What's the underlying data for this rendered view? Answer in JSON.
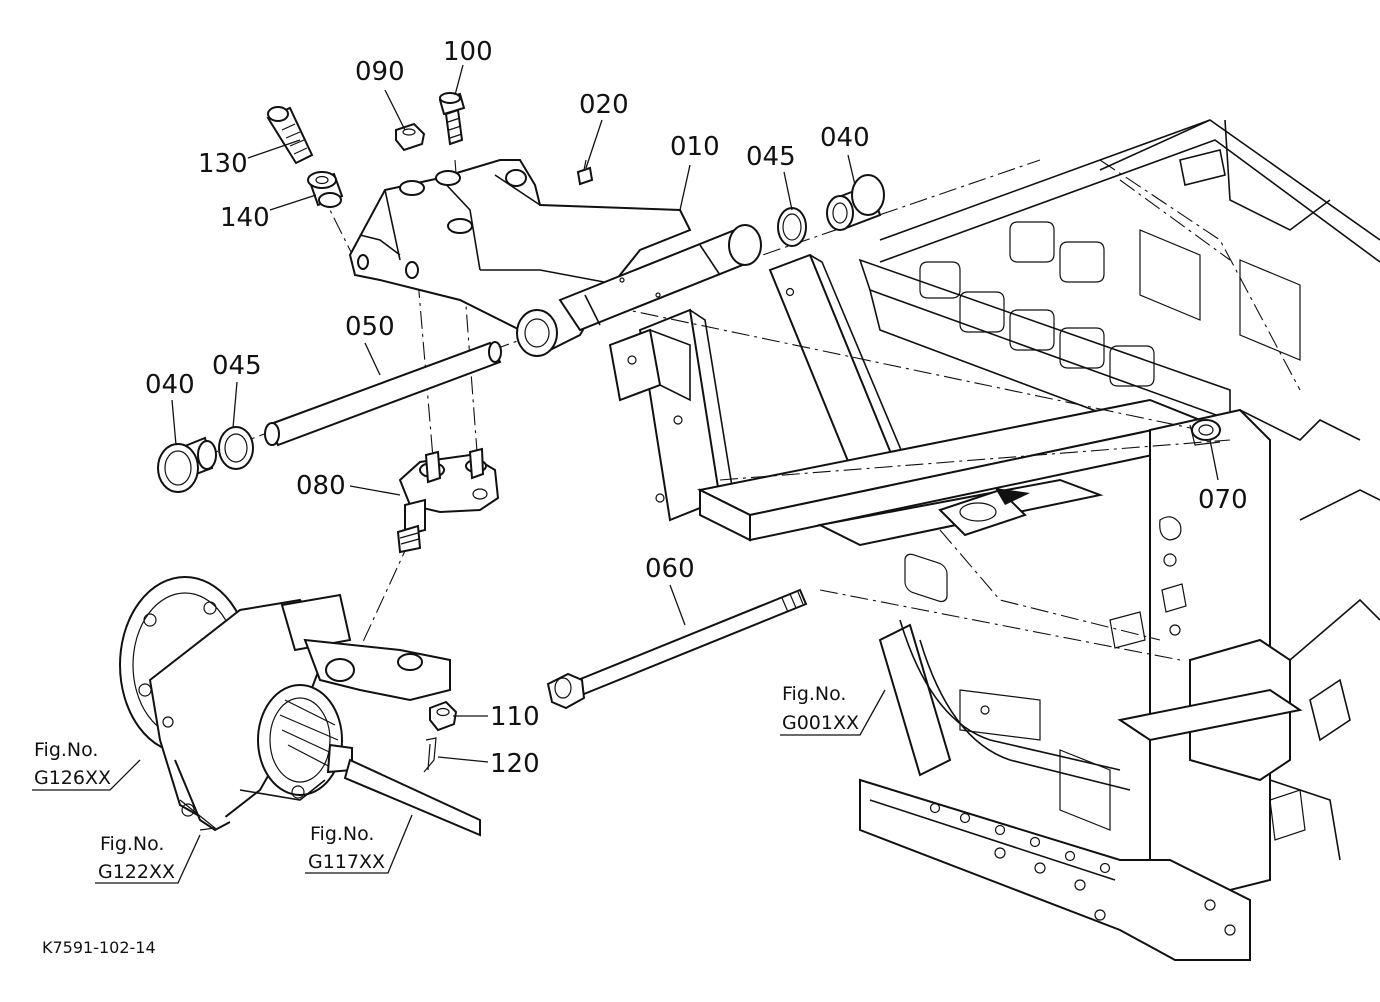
{
  "parts": [
    {
      "id": "p100",
      "label": "100"
    },
    {
      "id": "p090",
      "label": "090"
    },
    {
      "id": "p020",
      "label": "020"
    },
    {
      "id": "p010",
      "label": "010"
    },
    {
      "id": "p045a",
      "label": "045"
    },
    {
      "id": "p040a",
      "label": "040"
    },
    {
      "id": "p130",
      "label": "130"
    },
    {
      "id": "p140",
      "label": "140"
    },
    {
      "id": "p050",
      "label": "050"
    },
    {
      "id": "p040b",
      "label": "040"
    },
    {
      "id": "p045b",
      "label": "045"
    },
    {
      "id": "p080",
      "label": "080"
    },
    {
      "id": "p070",
      "label": "070"
    },
    {
      "id": "p060",
      "label": "060"
    },
    {
      "id": "p110",
      "label": "110"
    },
    {
      "id": "p120",
      "label": "120"
    }
  ],
  "figure_refs": [
    {
      "prefix": "Fig.No.",
      "code": "G001XX"
    },
    {
      "prefix": "Fig.No.",
      "code": "G126XX"
    },
    {
      "prefix": "Fig.No.",
      "code": "G122XX"
    },
    {
      "prefix": "Fig.No.",
      "code": "G117XX"
    }
  ],
  "drawing_code": "K7591-102-14"
}
